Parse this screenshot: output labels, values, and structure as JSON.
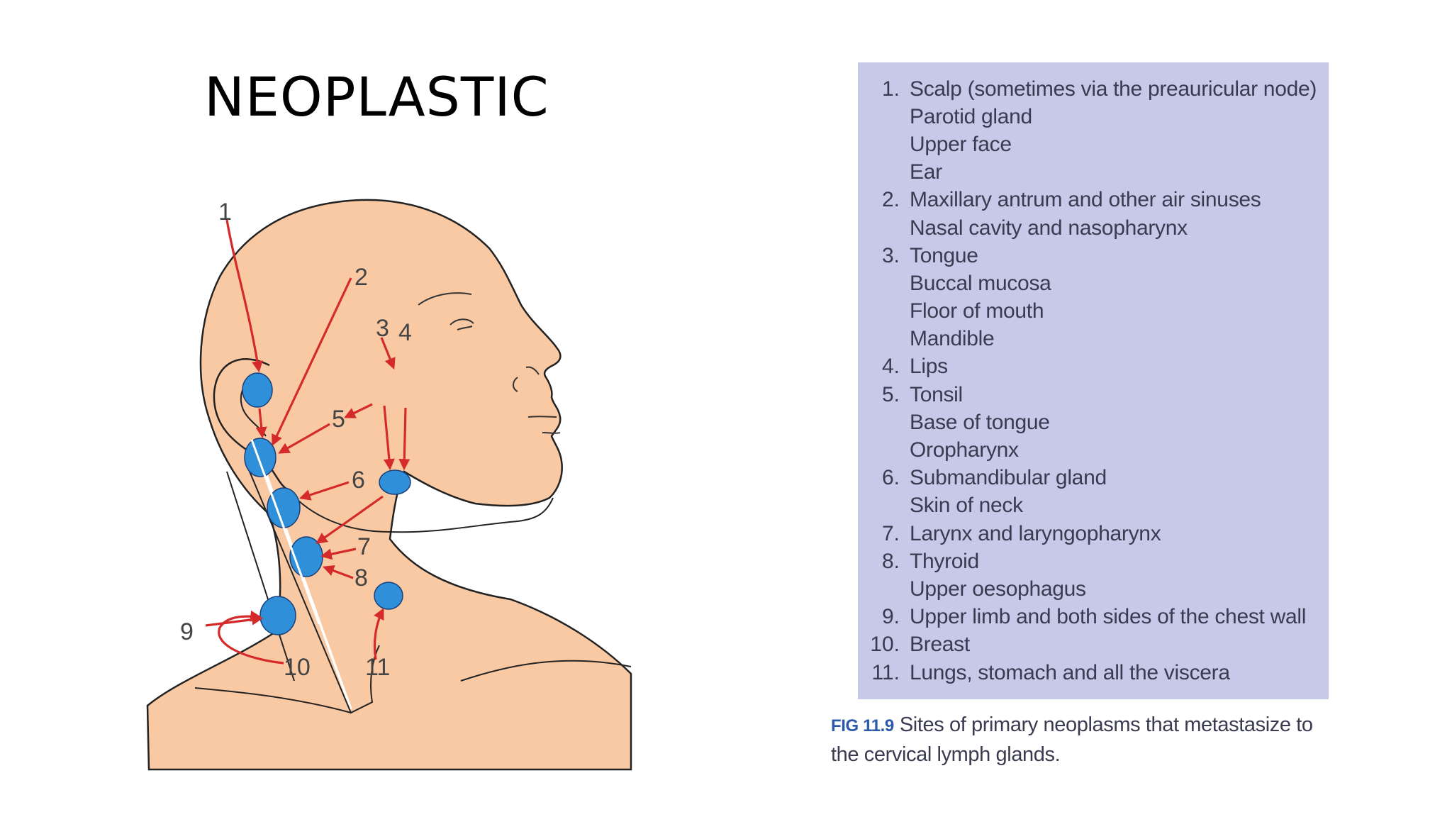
{
  "title": "NEOPLASTIC",
  "diagram_labels": [
    "1",
    "2",
    "3",
    "4",
    "5",
    "6",
    "7",
    "8",
    "9",
    "10",
    "11"
  ],
  "colors": {
    "skin": "#f9c9a4",
    "node": "#2f8fd8",
    "arrow": "#d42a2a",
    "box_background": "#c7c9e8",
    "fig_label": "#2c5aa8"
  },
  "sites": [
    {
      "num": "1.",
      "text": "Scalp (sometimes via the preauricular node)"
    },
    {
      "num": "",
      "text": "Parotid gland"
    },
    {
      "num": "",
      "text": "Upper face"
    },
    {
      "num": "",
      "text": "Ear"
    },
    {
      "num": "2.",
      "text": "Maxillary antrum and other air sinuses"
    },
    {
      "num": "",
      "text": "Nasal cavity and nasopharynx"
    },
    {
      "num": "3.",
      "text": "Tongue"
    },
    {
      "num": "",
      "text": "Buccal mucosa"
    },
    {
      "num": "",
      "text": "Floor of mouth"
    },
    {
      "num": "",
      "text": "Mandible"
    },
    {
      "num": "4.",
      "text": "Lips"
    },
    {
      "num": "5.",
      "text": "Tonsil"
    },
    {
      "num": "",
      "text": "Base of tongue"
    },
    {
      "num": "",
      "text": "Oropharynx"
    },
    {
      "num": "6.",
      "text": "Submandibular gland"
    },
    {
      "num": "",
      "text": "Skin of neck"
    },
    {
      "num": "7.",
      "text": "Larynx and laryngopharynx"
    },
    {
      "num": "8.",
      "text": "Thyroid"
    },
    {
      "num": "",
      "text": "Upper oesophagus"
    },
    {
      "num": "9.",
      "text": "Upper limb and both sides of the chest wall"
    },
    {
      "num": "10.",
      "text": "Breast"
    },
    {
      "num": "11.",
      "text": "Lungs, stomach and all the viscera"
    }
  ],
  "caption": {
    "label": "FIG 11.9",
    "text": "Sites of primary neoplasms that metastasize to the cervical lymph glands."
  }
}
